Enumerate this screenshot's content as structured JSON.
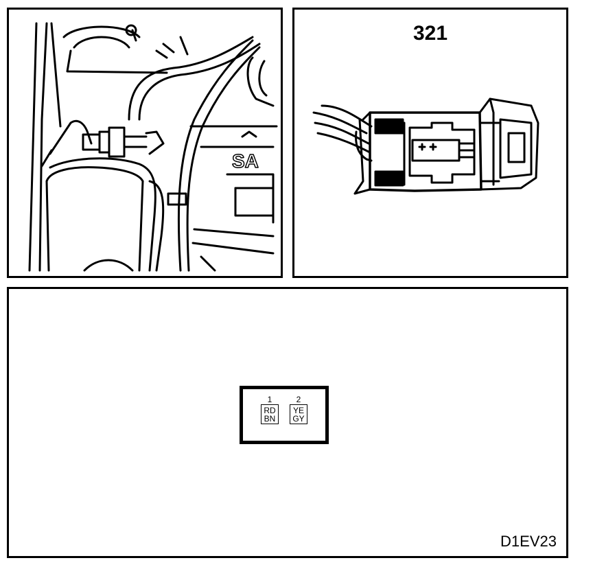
{
  "connector": {
    "component_number": "321",
    "diagram_code": "D1EV23",
    "pins": [
      {
        "number": "1",
        "wire_colors": [
          "RD",
          "BN"
        ]
      },
      {
        "number": "2",
        "wire_colors": [
          "YE",
          "GY"
        ]
      }
    ]
  },
  "photo": {
    "visible_brand_text": "SA"
  }
}
